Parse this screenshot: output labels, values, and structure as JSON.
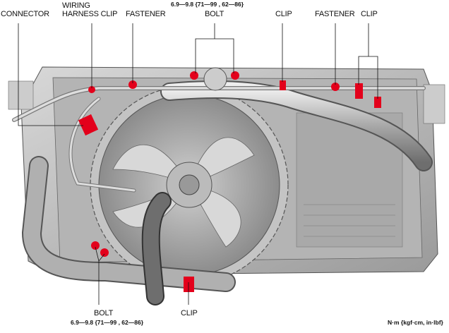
{
  "labels": {
    "connector": "CONNECTOR",
    "wiring_harness_clip_line1": "WIRING",
    "wiring_harness_clip_line2": "HARNESS CLIP",
    "fastener_left": "FASTENER",
    "bolt_top": "BOLT",
    "bolt_top_torque": "6.9—9.8 {71—99 , 62—86}",
    "clip_top_middle": "CLIP",
    "fastener_right": "FASTENER",
    "clip_top_right": "CLIP",
    "bolt_bottom": "BOLT",
    "bolt_bottom_torque": "6.9—9.8 {71—99 , 62—86}",
    "clip_bottom": "CLIP",
    "unit_note": "N·m {kgf·cm, in·lbf}"
  },
  "colors": {
    "marker": "#e3001b",
    "part": "#b9b9b9",
    "part_dark": "#7a7a7a"
  }
}
